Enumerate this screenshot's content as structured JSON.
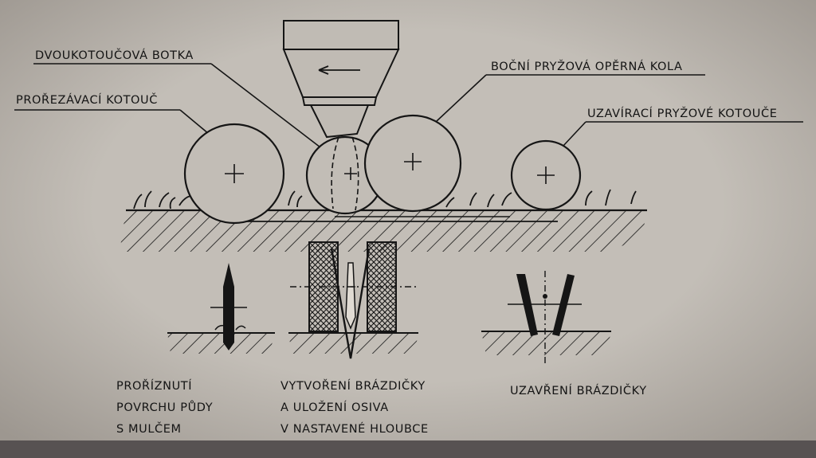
{
  "labels": {
    "double_disc_shoe": "DVOUKOTOUČOVÁ BOTKA",
    "cutting_disc": "PROŘEZÁVACÍ KOTOUČ",
    "side_gauge_wheels": "BOČNÍ PRYŽOVÁ OPĚRNÁ KOLA",
    "closing_discs": "UZAVÍRACÍ PRYŽOVÉ KOTOUČE"
  },
  "captions": {
    "step1": [
      "PROŘÍZNUTÍ",
      "POVRCHU PŮDY",
      "S MULČEM"
    ],
    "step2": [
      "VYTVOŘENÍ BRÁZDIČKY",
      "A ULOŽENÍ OSIVA",
      "V NASTAVENÉ HLOUBCE"
    ],
    "step3": [
      "UZAVŘENÍ BRÁZDIČKY"
    ]
  },
  "colors": {
    "background": "#575252",
    "page": "#bfbab3",
    "ink": "#151515"
  }
}
